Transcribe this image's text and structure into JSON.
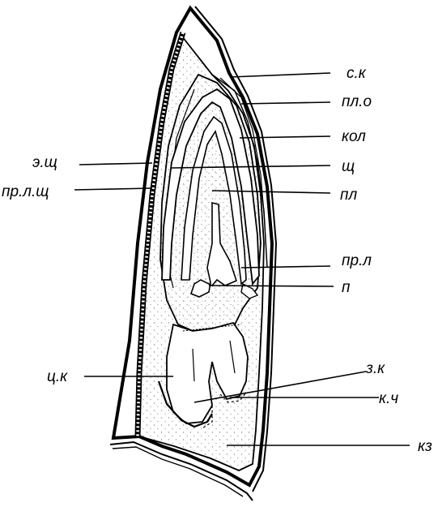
{
  "labels": {
    "sk": "с.к",
    "plo": "пл.о",
    "kol": "кол",
    "eshch": "э.щ",
    "shch": "щ",
    "prlshch": "пр.л.щ",
    "pl": "пл",
    "prl": "пр.л",
    "p": "п",
    "tsk": "ц.к",
    "zk": "з.к",
    "kch": "к.ч",
    "kz": "кз"
  },
  "colors": {
    "ink": "#000000",
    "paper": "#ffffff",
    "stipple": "#9a9a9a"
  }
}
